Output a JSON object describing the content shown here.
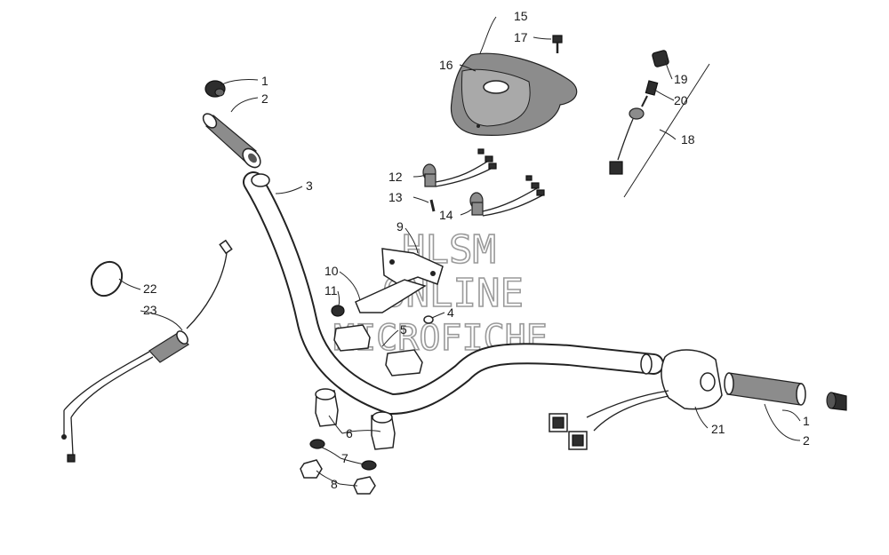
{
  "watermark": {
    "line1": "HLSM",
    "line2": "ONLINE",
    "line3": "MICROFICHE"
  },
  "callouts": {
    "c1a": "1",
    "c2a": "2",
    "c3": "3",
    "c4": "4",
    "c5": "5",
    "c6": "6",
    "c7": "7",
    "c8": "8",
    "c9": "9",
    "c10": "10",
    "c11": "11",
    "c12": "12",
    "c13": "13",
    "c14": "14",
    "c15": "15",
    "c16": "16",
    "c17": "17",
    "c18": "18",
    "c19": "19",
    "c20": "20",
    "c21": "21",
    "c22": "22",
    "c23": "23",
    "c1b": "1",
    "c2b": "2"
  },
  "icons": {
    "grip": "handlebar-grip",
    "end_cap": "grip-end-cap",
    "handlebar": "handlebar-tube",
    "pod": "handlebar-pad-cover",
    "switch_housing": "switch-housing",
    "throttle_cable": "throttle-cable"
  }
}
